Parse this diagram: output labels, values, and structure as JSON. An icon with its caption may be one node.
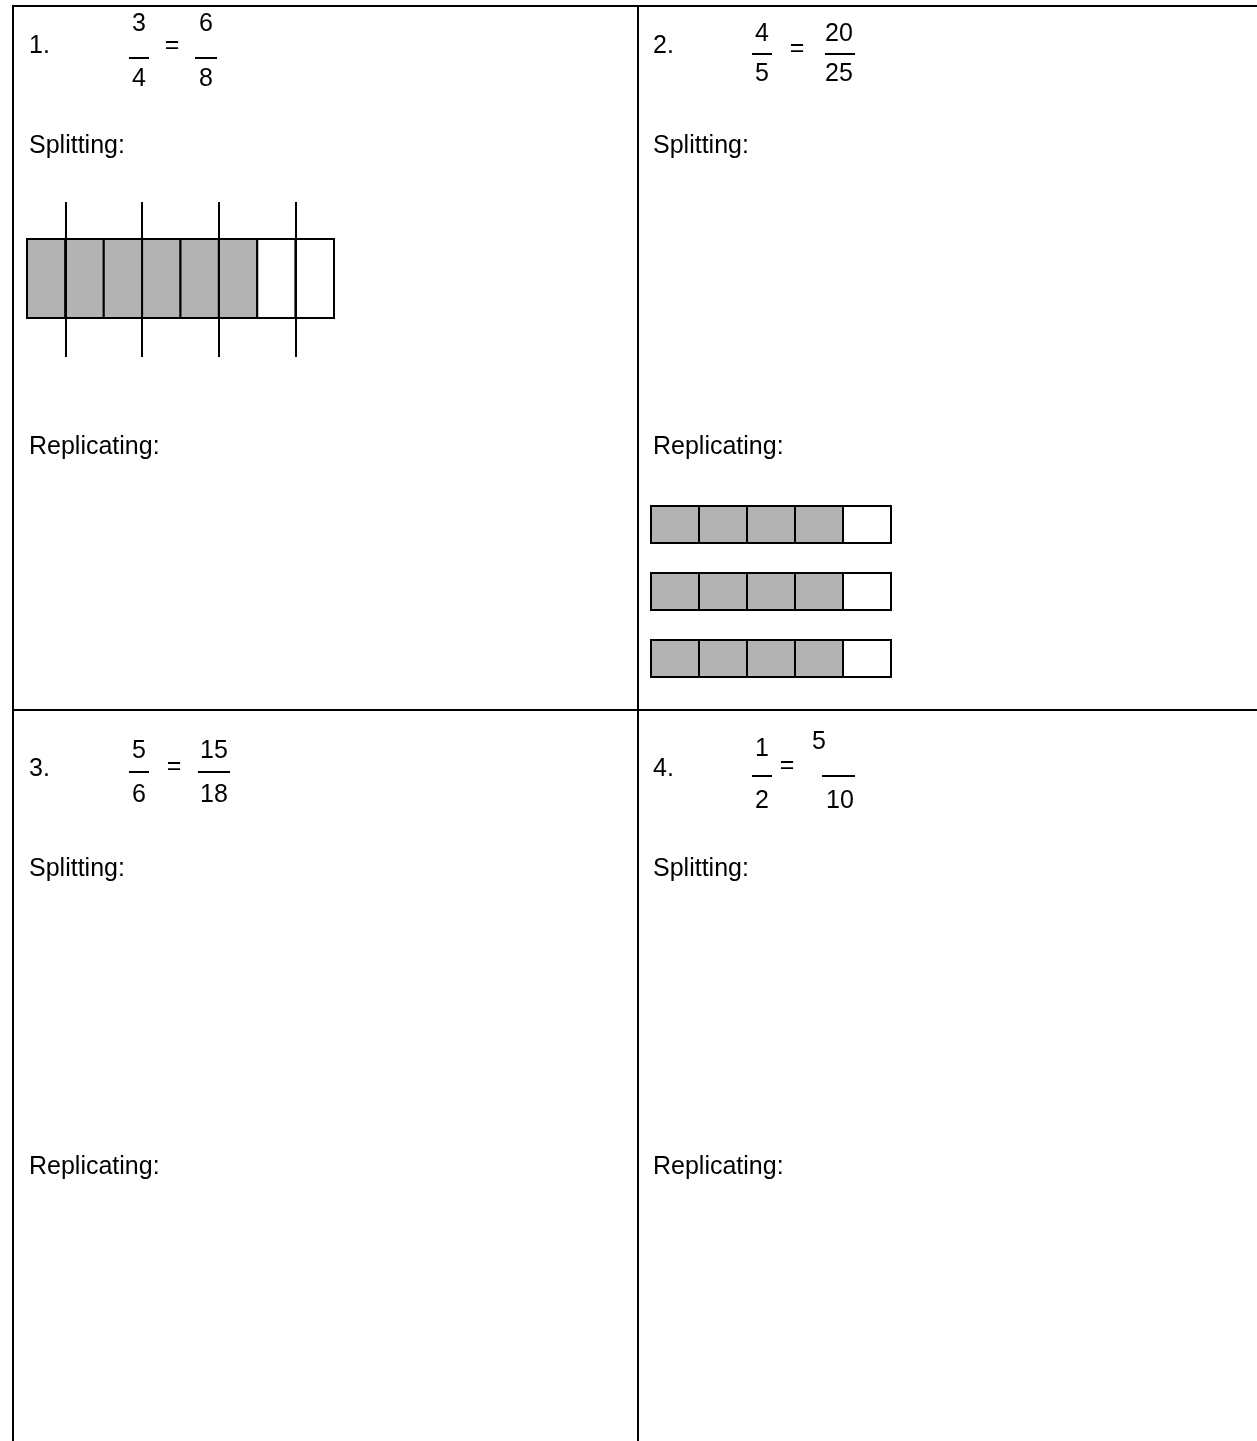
{
  "diagram": {
    "nodes": [
      {
        "text": [
          "1.",
          "3",
          "4",
          "=",
          "6",
          "8",
          "Splitting:",
          "Replicating:"
        ]
      },
      {
        "text": [
          "2.",
          "4",
          "5",
          "=",
          "20",
          "25",
          "Splitting:",
          "Replicating:"
        ]
      },
      {
        "text": [
          "3.",
          "5",
          "6",
          "=",
          "15",
          "18",
          "Splitting:",
          "Replicating:"
        ]
      },
      {
        "text": [
          "4.",
          "1",
          "2",
          "=",
          "5",
          "10",
          "Splitting:",
          "Replicating:"
        ]
      }
    ]
  }
}
